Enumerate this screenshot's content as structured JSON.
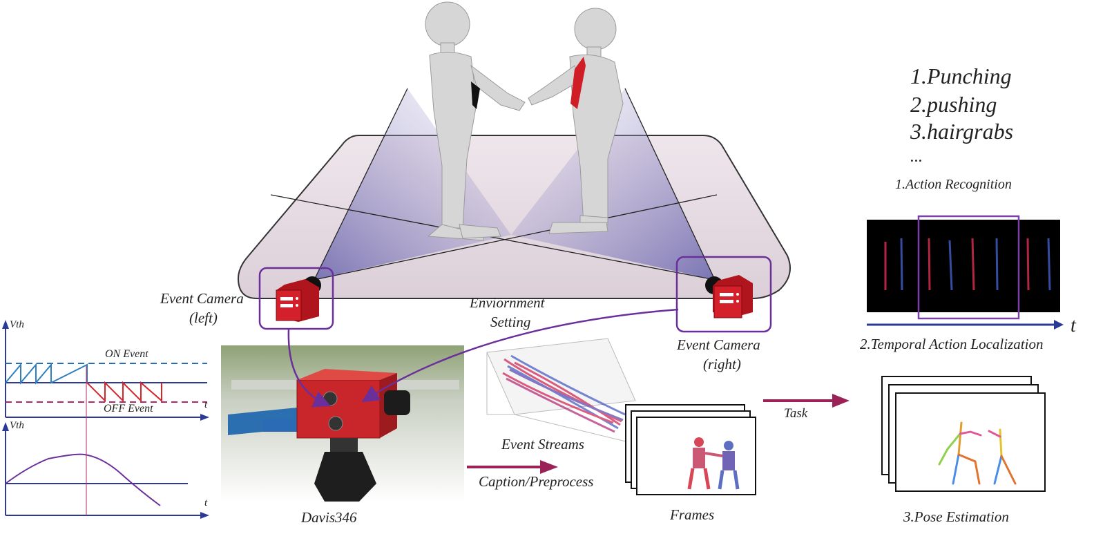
{
  "labels": {
    "cam_left_1": "Event Camera",
    "cam_left_2": "(left)",
    "cam_right_1": "Event Camera",
    "cam_right_2": "(right)",
    "env_1": "Enviornment",
    "env_2": "Setting",
    "device": "Davis346",
    "streams": "Event Streams",
    "preprocess": "Caption/Preprocess",
    "frames": "Frames",
    "task": "Task"
  },
  "signal": {
    "top_axis_y": "Vth",
    "top_axis_x": "t",
    "on_event": "ON Event",
    "off_event": "OFF Event",
    "bottom_axis_y": "Vth",
    "bottom_axis_x": "t"
  },
  "tasks": {
    "actions": [
      "1.Punching",
      "2.pushing",
      "3.hairgrabs",
      "..."
    ],
    "action_recognition": "1.Action Recognition",
    "time_axis": "t",
    "localization": "2.Temporal Action Localization",
    "pose_estimation": "3.Pose Estimation"
  },
  "colors": {
    "arrow_purple": "#6a2f9a",
    "arrow_magenta": "#9b2257",
    "camera_red": "#d4202a",
    "axis_blue": "#2c3a96",
    "on_event_blue": "#2f7fbf",
    "off_event_red": "#d8232a",
    "floor": "#e8dde4"
  }
}
